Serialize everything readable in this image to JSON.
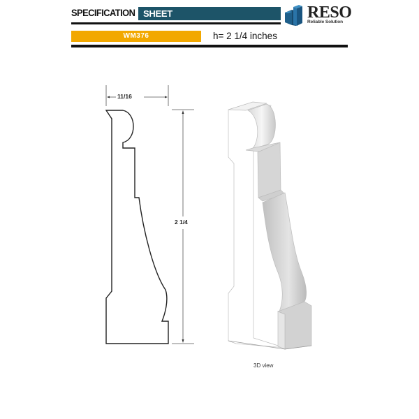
{
  "header": {
    "title": "SPECIFICATION",
    "sheet_label": "SHEET",
    "sheet_color": "#1d5468"
  },
  "product": {
    "model": "WM376",
    "height_text": "h= 2 1/4 inches",
    "accent_color": "#f2a800"
  },
  "logo": {
    "icon": "building-cube-icon",
    "name": "RESO",
    "tagline": "Reliable Solution"
  },
  "drawing": {
    "profile": {
      "width_dimension": "11/16",
      "height_dimension": "2 1/4"
    },
    "view_3d": {
      "label": "3D view"
    }
  }
}
